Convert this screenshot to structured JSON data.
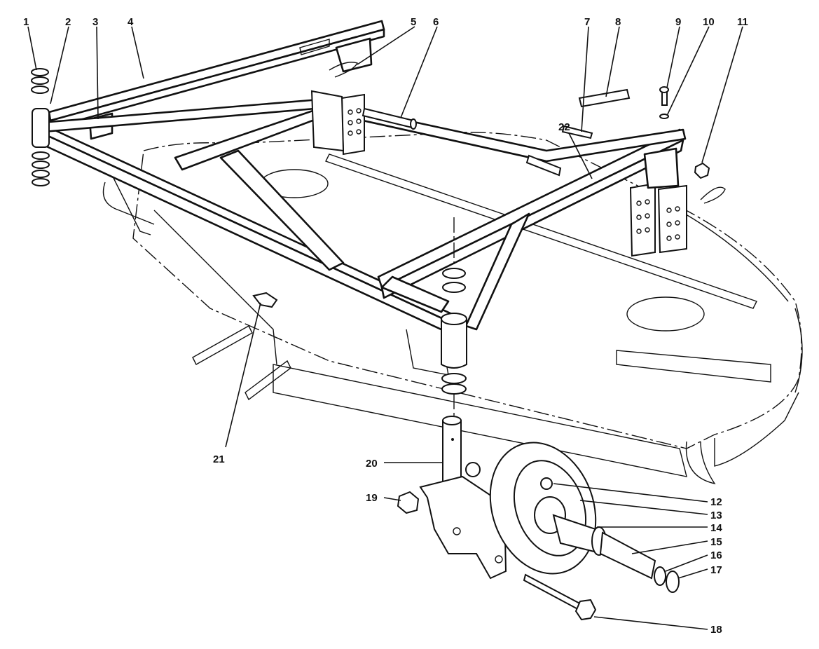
{
  "figure": {
    "type": "exploded-parts-diagram",
    "callouts": [
      {
        "id": "1",
        "text": "1"
      },
      {
        "id": "2",
        "text": "2"
      },
      {
        "id": "3",
        "text": "3"
      },
      {
        "id": "4",
        "text": "4"
      },
      {
        "id": "5",
        "text": "5"
      },
      {
        "id": "6",
        "text": "6"
      },
      {
        "id": "7",
        "text": "7"
      },
      {
        "id": "8",
        "text": "8"
      },
      {
        "id": "9",
        "text": "9"
      },
      {
        "id": "10",
        "text": "10"
      },
      {
        "id": "11",
        "text": "11"
      },
      {
        "id": "12",
        "text": "12"
      },
      {
        "id": "13",
        "text": "13"
      },
      {
        "id": "14",
        "text": "14"
      },
      {
        "id": "15",
        "text": "15"
      },
      {
        "id": "16",
        "text": "16"
      },
      {
        "id": "17",
        "text": "17"
      },
      {
        "id": "18",
        "text": "18"
      },
      {
        "id": "19",
        "text": "19"
      },
      {
        "id": "20",
        "text": "20"
      },
      {
        "id": "21",
        "text": "21"
      },
      {
        "id": "22",
        "text": "22"
      }
    ]
  }
}
